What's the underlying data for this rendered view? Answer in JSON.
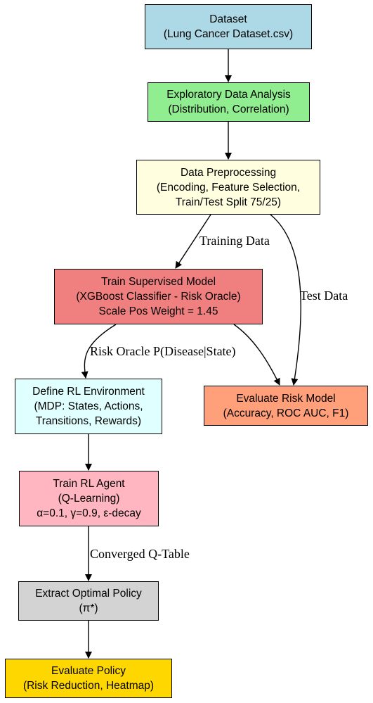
{
  "nodes": {
    "dataset": {
      "lines": [
        "Dataset",
        "(Lung Cancer Dataset.csv)"
      ],
      "color": "#add8e6"
    },
    "eda": {
      "lines": [
        "Exploratory Data Analysis",
        "(Distribution, Correlation)"
      ],
      "color": "#90ee90"
    },
    "preprocessing": {
      "lines": [
        "Data Preprocessing",
        "(Encoding, Feature Selection,",
        "Train/Test Split 75/25)"
      ],
      "color": "#ffffe0"
    },
    "supervised": {
      "lines": [
        "Train Supervised Model",
        "(XGBoost Classifier - Risk Oracle)",
        "Scale Pos Weight = 1.45"
      ],
      "color": "#f08080"
    },
    "evaluate_risk": {
      "lines": [
        "Evaluate Risk Model",
        "(Accuracy, ROC AUC, F1)"
      ],
      "color": "#ffa07a"
    },
    "rl_env": {
      "lines": [
        "Define RL Environment",
        "(MDP: States, Actions,",
        "Transitions, Rewards)"
      ],
      "color": "#e0ffff"
    },
    "rl_agent": {
      "lines": [
        "Train RL Agent",
        "(Q-Learning)",
        "α=0.1, γ=0.9, ε-decay"
      ],
      "color": "#ffb6c1"
    },
    "policy": {
      "lines": [
        "Extract Optimal Policy",
        "(π*)"
      ],
      "color": "#d3d3d3"
    },
    "evaluate_policy": {
      "lines": [
        "Evaluate Policy",
        "(Risk Reduction, Heatmap)"
      ],
      "color": "#ffd700"
    }
  },
  "edge_labels": {
    "training_data": "Training Data",
    "test_data": "Test Data",
    "risk_oracle": "Risk Oracle P(Disease|State)",
    "converged": "Converged Q-Table"
  }
}
